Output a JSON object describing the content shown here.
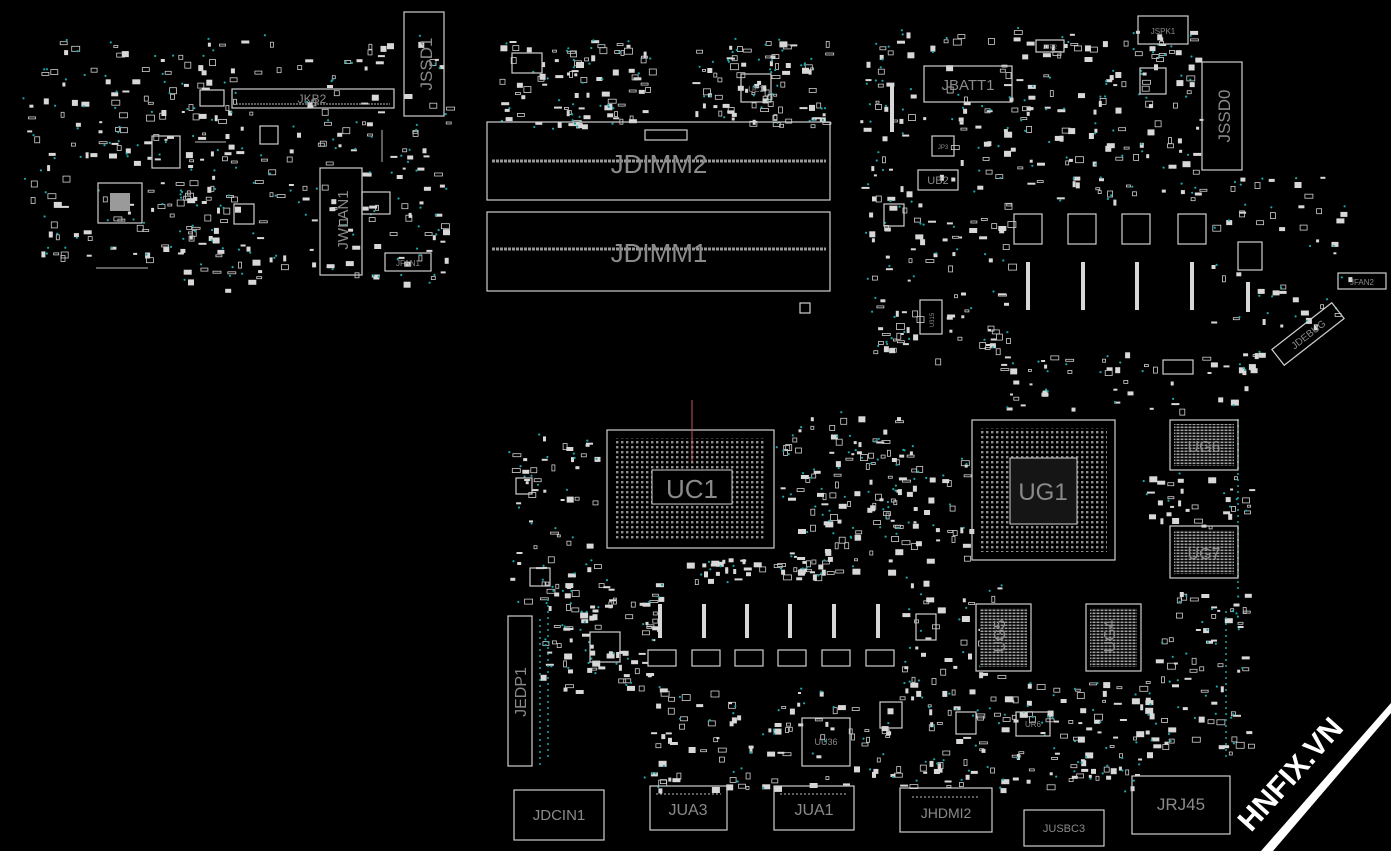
{
  "board": {
    "background": "#000000",
    "outline_color": "#cfcfcf",
    "label_color": "#8a8a8a",
    "via_color": "#1aa6a6"
  },
  "labels": {
    "jkb2": "JKB2",
    "jssd1": "JSSD1",
    "jwlan1": "JWLAN1",
    "jfan1": "JFAN1",
    "jdimm2": "JDIMM2",
    "jdimm1": "JDIMM1",
    "ue3": "UE3",
    "jspk1": "JSPK1",
    "jtp2": "JTP2",
    "jbatt1": "JBATT1",
    "jssd0": "JSSD0",
    "jp3": "JP3",
    "ub2": "UB2",
    "jfan2": "JFAN2",
    "jdebug": "JDEBUG",
    "u315": "U315",
    "uc1": "UC1",
    "ug1": "UG1",
    "ug6": "UG6",
    "ug7": "UG7",
    "ug5": "UG5",
    "ug4": "UG4",
    "jedp1": "JEDP1",
    "uu36": "UU36",
    "ur6": "UR6",
    "jdcin1": "JDCIN1",
    "jua3": "JUA3",
    "jua1": "JUA1",
    "jhdmi2": "JHDMI2",
    "jusbc3": "JUSBC3",
    "jrj45": "JRJ45"
  },
  "watermark": {
    "text": "HNFIX.VN",
    "band_color": "#d23a2a",
    "text_color": "#ffffff"
  }
}
